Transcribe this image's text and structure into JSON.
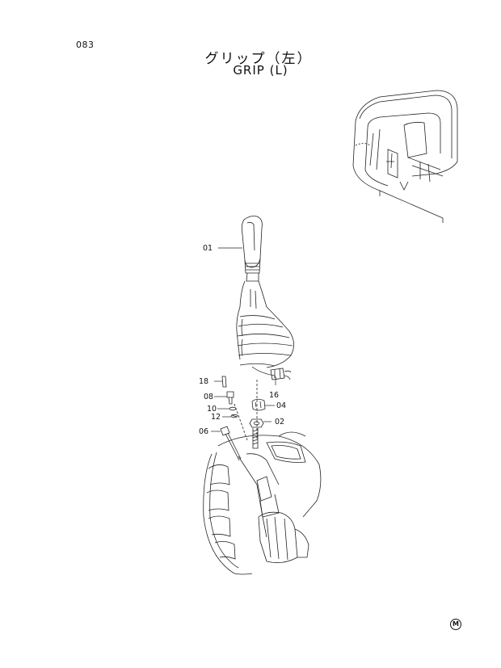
{
  "page_number": "083",
  "title_jp": "グリップ（左）",
  "title_en": "GRIP (L)",
  "parts": [
    {
      "label": "01",
      "name": "grip"
    },
    {
      "label": "16",
      "name": "wire-connector"
    },
    {
      "label": "18",
      "name": "pin"
    },
    {
      "label": "08",
      "name": "bolt"
    },
    {
      "label": "04",
      "name": "cap"
    },
    {
      "label": "10",
      "name": "washer"
    },
    {
      "label": "12",
      "name": "spring-washer"
    },
    {
      "label": "02",
      "name": "nut"
    },
    {
      "label": "06",
      "name": "bolt"
    }
  ],
  "maker_mark": "M"
}
